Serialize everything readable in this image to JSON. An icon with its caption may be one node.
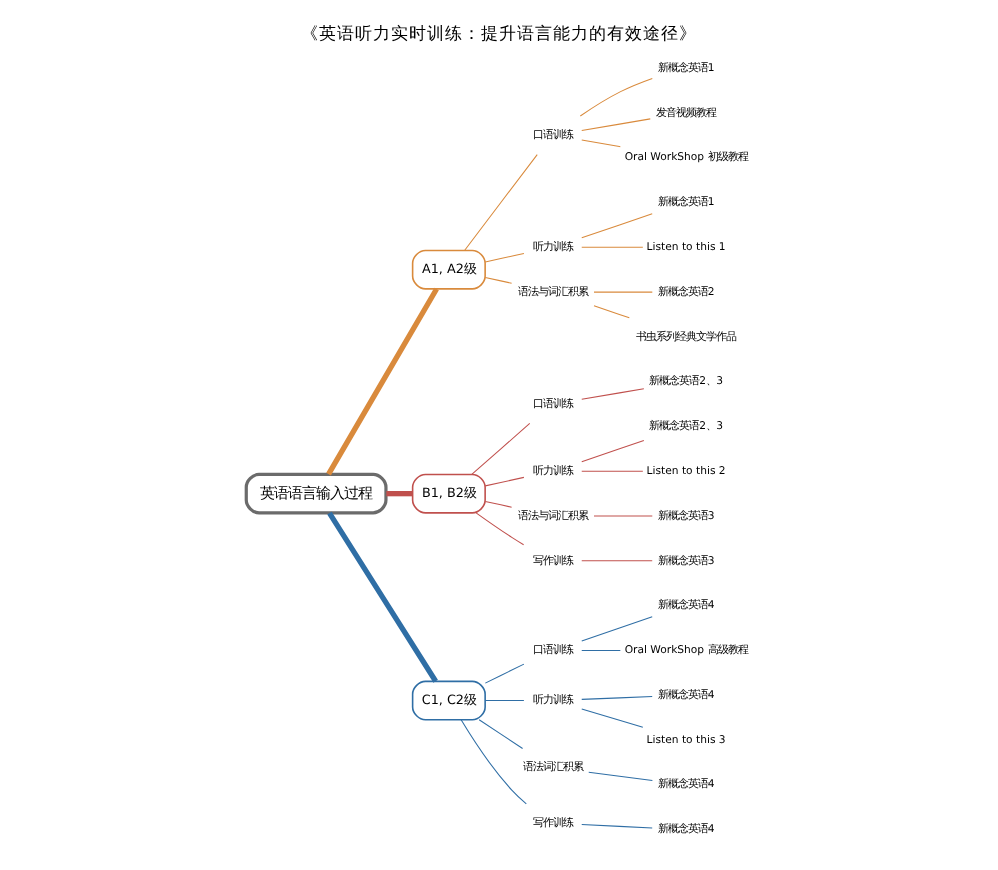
{
  "diagram": {
    "title": "《英语听力实时训练：提升语言能力的有效途径》",
    "nodes": [
      {
        "text": [
          "英语语言输入过程"
        ]
      },
      {
        "text": [
          "A1, A2级"
        ]
      },
      {
        "text": [
          "口语训练"
        ]
      },
      {
        "text": [
          "新概念英语1"
        ]
      },
      {
        "text": [
          "发音视频教程"
        ]
      },
      {
        "text": [
          "Oral WorkShop 初级教程"
        ]
      },
      {
        "text": [
          "听力训练"
        ]
      },
      {
        "text": [
          "新概念英语1"
        ]
      },
      {
        "text": [
          "Listen to this 1"
        ]
      },
      {
        "text": [
          "语法与词汇积累"
        ]
      },
      {
        "text": [
          "新概念英语2"
        ]
      },
      {
        "text": [
          "书虫系列经典文学作品"
        ]
      },
      {
        "text": [
          "B1, B2级"
        ]
      },
      {
        "text": [
          "口语训练"
        ]
      },
      {
        "text": [
          "新概念英语2、3"
        ]
      },
      {
        "text": [
          "听力训练"
        ]
      },
      {
        "text": [
          "新概念英语2、3"
        ]
      },
      {
        "text": [
          "Listen to this 2"
        ]
      },
      {
        "text": [
          "语法与词汇积累"
        ]
      },
      {
        "text": [
          "新概念英语3"
        ]
      },
      {
        "text": [
          "写作训练"
        ]
      },
      {
        "text": [
          "新概念英语3"
        ]
      },
      {
        "text": [
          "C1, C2级"
        ]
      },
      {
        "text": [
          "口语训练"
        ]
      },
      {
        "text": [
          "新概念英语4"
        ]
      },
      {
        "text": [
          "Oral WorkShop 高级教程"
        ]
      },
      {
        "text": [
          "听力训练"
        ]
      },
      {
        "text": [
          "新概念英语4"
        ]
      },
      {
        "text": [
          "Listen to this 3"
        ]
      },
      {
        "text": [
          "语法词汇积累"
        ]
      },
      {
        "text": [
          "新概念英语4"
        ]
      },
      {
        "text": [
          "写作训练"
        ]
      },
      {
        "text": [
          "新概念英语4"
        ]
      }
    ],
    "edges": [
      {
        "from": 0,
        "to": 1,
        "arrow": "none",
        "style": "thick",
        "color": "#d98a3c"
      },
      {
        "from": 1,
        "to": 2,
        "arrow": "none",
        "color": "#d98a3c"
      },
      {
        "from": 2,
        "to": 3,
        "arrow": "none",
        "color": "#d98a3c"
      },
      {
        "from": 2,
        "to": 4,
        "arrow": "none",
        "color": "#d98a3c"
      },
      {
        "from": 2,
        "to": 5,
        "arrow": "none",
        "color": "#d98a3c"
      },
      {
        "from": 1,
        "to": 6,
        "arrow": "none",
        "color": "#d98a3c"
      },
      {
        "from": 6,
        "to": 7,
        "arrow": "none",
        "color": "#d98a3c"
      },
      {
        "from": 6,
        "to": 8,
        "arrow": "none",
        "color": "#d98a3c"
      },
      {
        "from": 1,
        "to": 9,
        "arrow": "none",
        "color": "#d98a3c"
      },
      {
        "from": 9,
        "to": 10,
        "arrow": "none",
        "color": "#d98a3c"
      },
      {
        "from": 9,
        "to": 11,
        "arrow": "none",
        "color": "#d98a3c"
      },
      {
        "from": 0,
        "to": 12,
        "arrow": "none",
        "style": "thick",
        "color": "#c0504d"
      },
      {
        "from": 12,
        "to": 13,
        "arrow": "none",
        "color": "#c0504d"
      },
      {
        "from": 13,
        "to": 14,
        "arrow": "none",
        "color": "#c0504d"
      },
      {
        "from": 12,
        "to": 15,
        "arrow": "none",
        "color": "#c0504d"
      },
      {
        "from": 15,
        "to": 16,
        "arrow": "none",
        "color": "#c0504d"
      },
      {
        "from": 15,
        "to": 17,
        "arrow": "none",
        "color": "#c0504d"
      },
      {
        "from": 12,
        "to": 18,
        "arrow": "none",
        "color": "#c0504d"
      },
      {
        "from": 18,
        "to": 19,
        "arrow": "none",
        "color": "#c0504d"
      },
      {
        "from": 12,
        "to": 20,
        "arrow": "none",
        "color": "#c0504d"
      },
      {
        "from": 20,
        "to": 21,
        "arrow": "none",
        "color": "#c0504d"
      },
      {
        "from": 0,
        "to": 22,
        "arrow": "none",
        "style": "thick",
        "color": "#2f6ea5"
      },
      {
        "from": 22,
        "to": 23,
        "arrow": "none",
        "color": "#2f6ea5"
      },
      {
        "from": 23,
        "to": 24,
        "arrow": "none",
        "color": "#2f6ea5"
      },
      {
        "from": 23,
        "to": 25,
        "arrow": "none",
        "color": "#2f6ea5"
      },
      {
        "from": 22,
        "to": 26,
        "arrow": "none",
        "color": "#2f6ea5"
      },
      {
        "from": 26,
        "to": 27,
        "arrow": "none",
        "color": "#2f6ea5"
      },
      {
        "from": 26,
        "to": 28,
        "arrow": "none",
        "color": "#2f6ea5"
      },
      {
        "from": 22,
        "to": 29,
        "arrow": "none",
        "color": "#2f6ea5"
      },
      {
        "from": 29,
        "to": 30,
        "arrow": "none",
        "color": "#2f6ea5"
      },
      {
        "from": 22,
        "to": 31,
        "arrow": "none",
        "color": "#2f6ea5"
      },
      {
        "from": 31,
        "to": 32,
        "arrow": "none",
        "color": "#2f6ea5"
      }
    ]
  }
}
